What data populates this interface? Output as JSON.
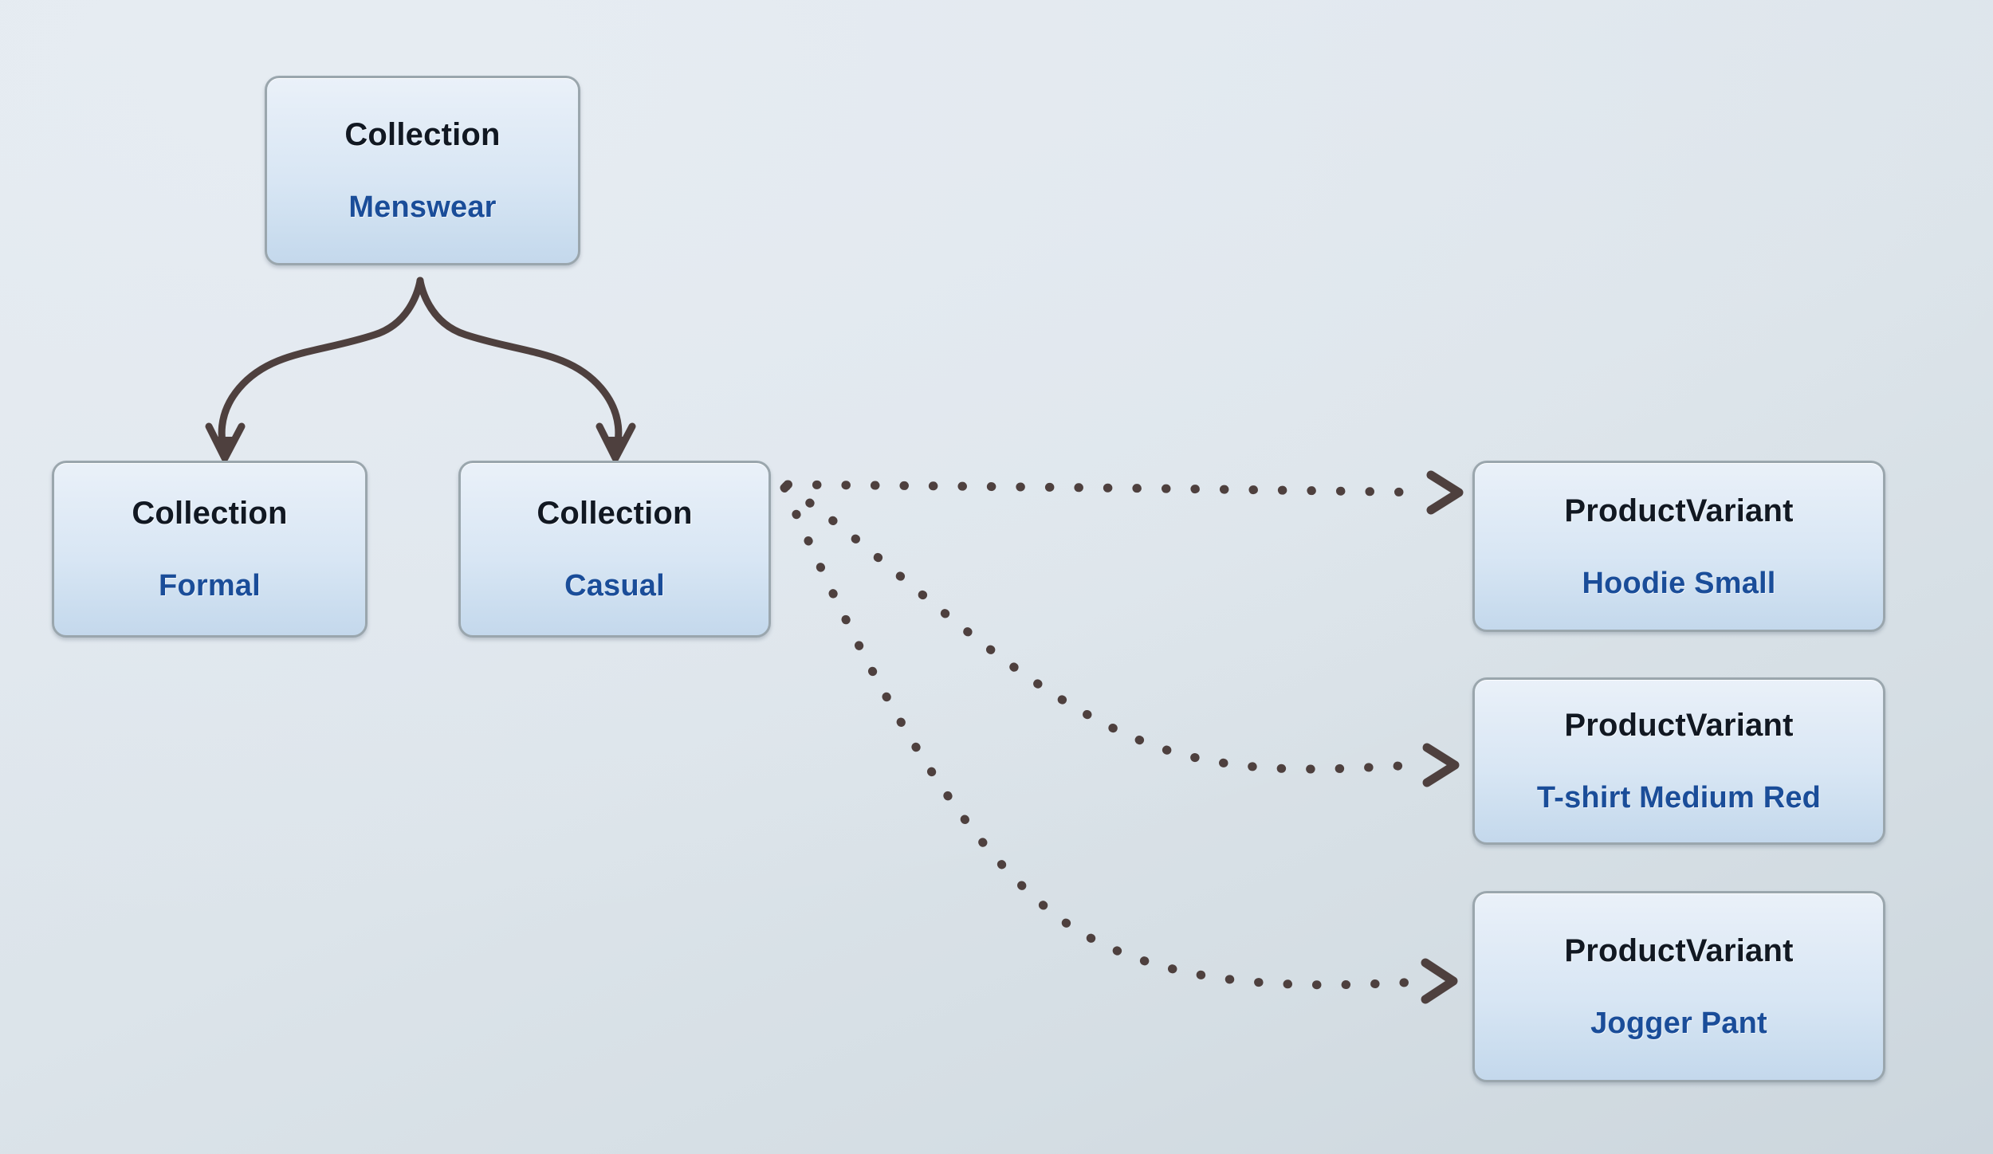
{
  "diagram": {
    "type": "entity-relationship-graph",
    "background_color_top": "#e2e8ef",
    "background_color_bottom": "#ccd6dd",
    "node_border_color": "#9aa6ad",
    "node_type_color": "#111822",
    "node_label_color": "#1a4d99",
    "edge_color": "#4e403e",
    "nodes": [
      {
        "id": "menswear",
        "type": "Collection",
        "label": "Menswear"
      },
      {
        "id": "formal",
        "type": "Collection",
        "label": "Formal"
      },
      {
        "id": "casual",
        "type": "Collection",
        "label": "Casual"
      },
      {
        "id": "hoodie",
        "type": "ProductVariant",
        "label": "Hoodie Small"
      },
      {
        "id": "tshirt",
        "type": "ProductVariant",
        "label": "T-shirt Medium Red"
      },
      {
        "id": "jogger",
        "type": "ProductVariant",
        "label": "Jogger Pant"
      }
    ],
    "edges": [
      {
        "from": "menswear",
        "to": "formal",
        "style": "solid",
        "arrow": "filled-triangle"
      },
      {
        "from": "menswear",
        "to": "casual",
        "style": "solid",
        "arrow": "filled-triangle"
      },
      {
        "from": "casual",
        "to": "hoodie",
        "style": "dotted",
        "arrow": "open-v"
      },
      {
        "from": "casual",
        "to": "tshirt",
        "style": "dotted",
        "arrow": "open-v"
      },
      {
        "from": "casual",
        "to": "jogger",
        "style": "dotted",
        "arrow": "open-v"
      }
    ]
  }
}
